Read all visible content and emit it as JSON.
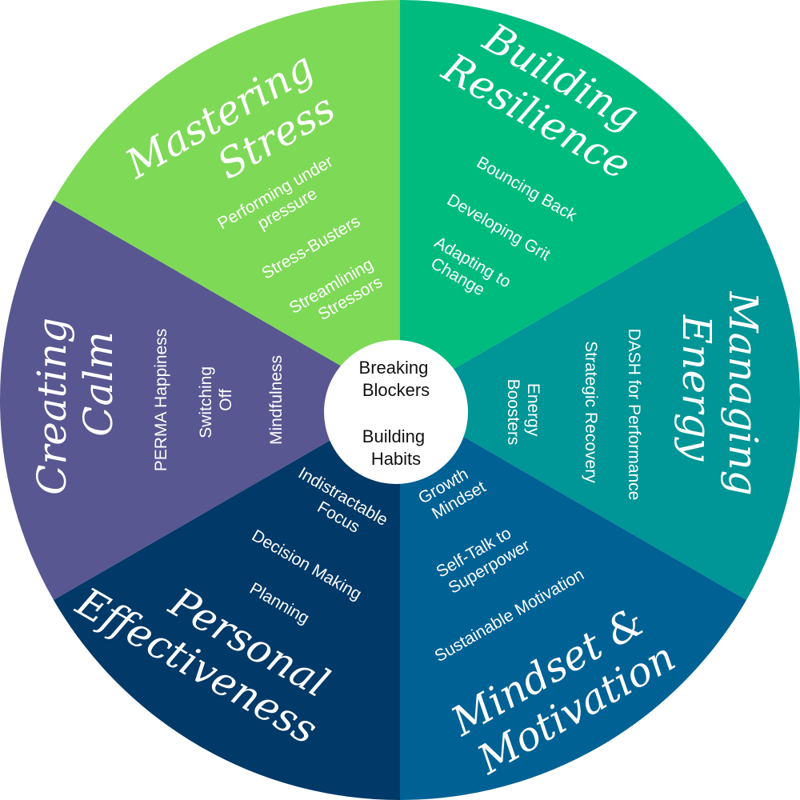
{
  "center": {
    "line1": "Breaking",
    "line2": "Blockers",
    "line3": "Building",
    "line4": "Habits"
  },
  "segments": [
    {
      "key": "mastering-stress",
      "color": "#585791",
      "title": [
        "Mastering",
        "Stress"
      ],
      "items": [
        [
          "Performing under",
          "pressure"
        ],
        [
          "Stress-Busters"
        ],
        [
          "Streamlining",
          "Stressors"
        ]
      ]
    },
    {
      "key": "building-resilience",
      "color": "#7ed957",
      "title": [
        "Building",
        "Resilience"
      ],
      "items": [
        [
          "Bouncing Back"
        ],
        [
          "Developing Grit"
        ],
        [
          "Adapting to",
          "Change"
        ]
      ]
    },
    {
      "key": "managing-energy",
      "color": "#00bb7e",
      "title": [
        "Managing",
        "Energy"
      ],
      "items": [
        [
          "DASH for Performance"
        ],
        [
          "Strategic Recovery"
        ],
        [
          "Energy",
          "Boosters"
        ]
      ]
    },
    {
      "key": "mindset-motivation",
      "color": "#009596",
      "title": [
        "Mindset &",
        "Motivation"
      ],
      "items": [
        [
          "Growth",
          "Mindset"
        ],
        [
          "Self-Talk to",
          "Superpower"
        ],
        [
          "Sustainable Motivation"
        ]
      ]
    },
    {
      "key": "personal-effectiveness",
      "color": "#006195",
      "title": [
        "Personal",
        "Effectiveness"
      ],
      "items": [
        [
          "Indistractable",
          "Focus"
        ],
        [
          "Decision Making"
        ],
        [
          "Planning"
        ]
      ]
    },
    {
      "key": "creating-calm",
      "color": "#013968",
      "title": [
        "Creating",
        "Calm"
      ],
      "items": [
        [
          "PERMA Happiness"
        ],
        [
          "Switching",
          "Off"
        ],
        [
          "Mindfulness"
        ]
      ]
    }
  ]
}
